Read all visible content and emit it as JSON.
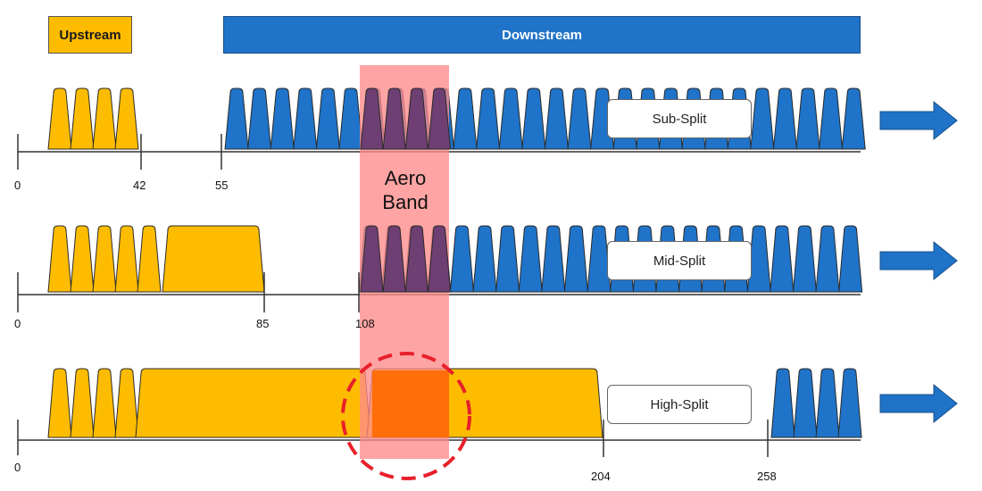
{
  "headers": {
    "upstream": "Upstream",
    "downstream": "Downstream"
  },
  "aero_band": {
    "line1": "Aero",
    "line2": "Band"
  },
  "rows": [
    {
      "label": "Sub-Split",
      "ticks": [
        "0",
        "42",
        "55"
      ]
    },
    {
      "label": "Mid-Split",
      "ticks": [
        "0",
        "85",
        "108"
      ]
    },
    {
      "label": "High-Split",
      "ticks": [
        "0",
        "204",
        "258"
      ]
    }
  ],
  "colors": {
    "upstream": "#FDBC00",
    "downstream": "#1F73C8",
    "aero_band": "#FF8A8A",
    "overlap": "#6E3F72",
    "highlight": "#FF6A00",
    "circle": "#E8202A",
    "arrow": "#1F73C8"
  },
  "icons": [
    "right-arrow-icon"
  ]
}
